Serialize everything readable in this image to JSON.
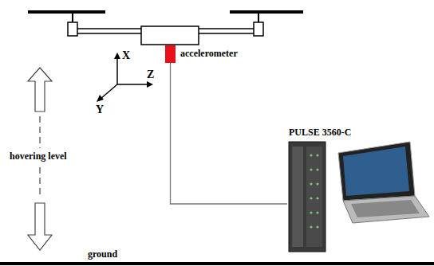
{
  "diagram": {
    "nodes": [
      {
        "text": [
          "accelerometer"
        ]
      },
      {
        "text": [
          "PULSE 3560-C"
        ]
      }
    ],
    "edges": [
      {
        "from": 0,
        "to": 1,
        "arrow": "none"
      }
    ],
    "labels": [
      "X",
      "Z",
      "Y",
      "hovering level",
      "ground"
    ]
  }
}
